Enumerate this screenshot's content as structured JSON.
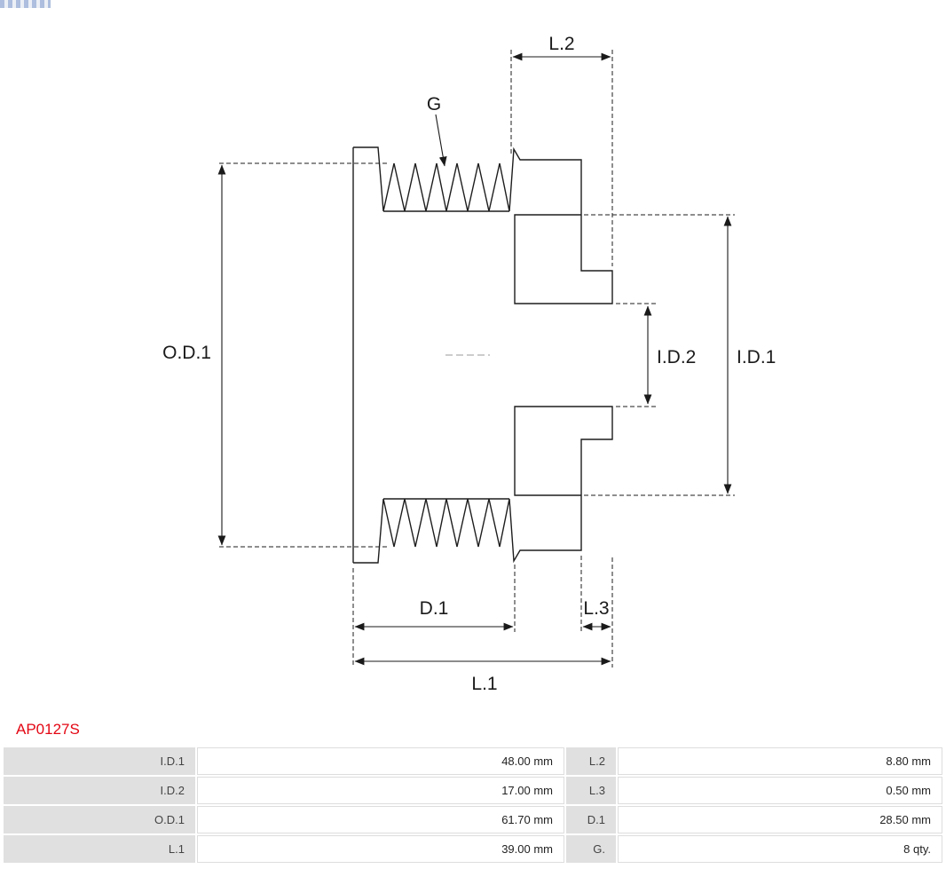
{
  "page": {
    "code": "AP0127S",
    "accent_color": "#e30613"
  },
  "diagram": {
    "type": "technical-drawing-pulley-cross-section",
    "labels": {
      "od1": "O.D.1",
      "id1": "I.D.1",
      "id2": "I.D.2",
      "l1": "L.1",
      "l2": "L.2",
      "l3": "L.3",
      "d1": "D.1",
      "g": "G"
    }
  },
  "table": {
    "rows": [
      {
        "c0": "I.D.1",
        "c1": "48.00 mm",
        "c2": "L.2",
        "c3": "8.80 mm"
      },
      {
        "c0": "I.D.2",
        "c1": "17.00 mm",
        "c2": "L.3",
        "c3": "0.50 mm"
      },
      {
        "c0": "O.D.1",
        "c1": "61.70 mm",
        "c2": "D.1",
        "c3": "28.50 mm"
      },
      {
        "c0": "L.1",
        "c1": "39.00 mm",
        "c2": "G.",
        "c3": "8 qty."
      }
    ]
  }
}
